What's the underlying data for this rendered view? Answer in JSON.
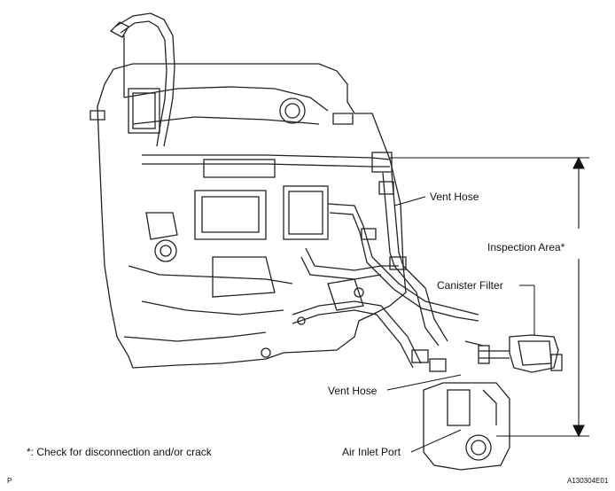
{
  "labels": {
    "vent_hose_upper": "Vent Hose",
    "inspection_area": "Inspection Area*",
    "canister_filter": "Canister Filter",
    "vent_hose_lower": "Vent Hose",
    "air_inlet_port": "Air Inlet Port",
    "footnote": "*: Check for disconnection and/or crack",
    "corner_letter": "P",
    "figure_code": "A130304E01"
  }
}
